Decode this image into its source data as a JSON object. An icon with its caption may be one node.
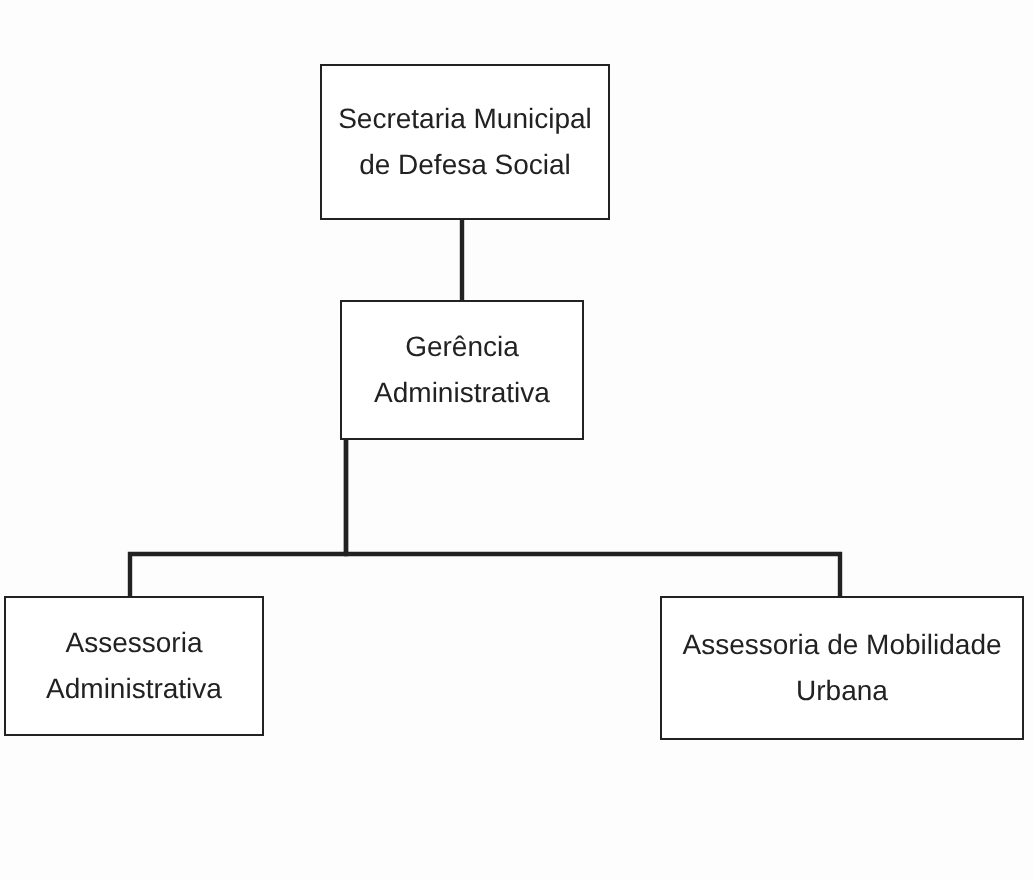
{
  "diagram": {
    "nodes": [
      {
        "text": [
          "Secretaria Municipal de Defesa Social"
        ]
      },
      {
        "text": [
          "Gerência Administrativa"
        ]
      },
      {
        "text": [
          "Assessoria Administrativa"
        ]
      },
      {
        "text": [
          "Assessoria de Mobilidade Urbana"
        ]
      }
    ],
    "edges": [
      {
        "from": 0,
        "to": 1,
        "arrow": "none"
      },
      {
        "from": 1,
        "to": 2,
        "arrow": "none"
      },
      {
        "from": 1,
        "to": 3,
        "arrow": "none"
      }
    ]
  }
}
